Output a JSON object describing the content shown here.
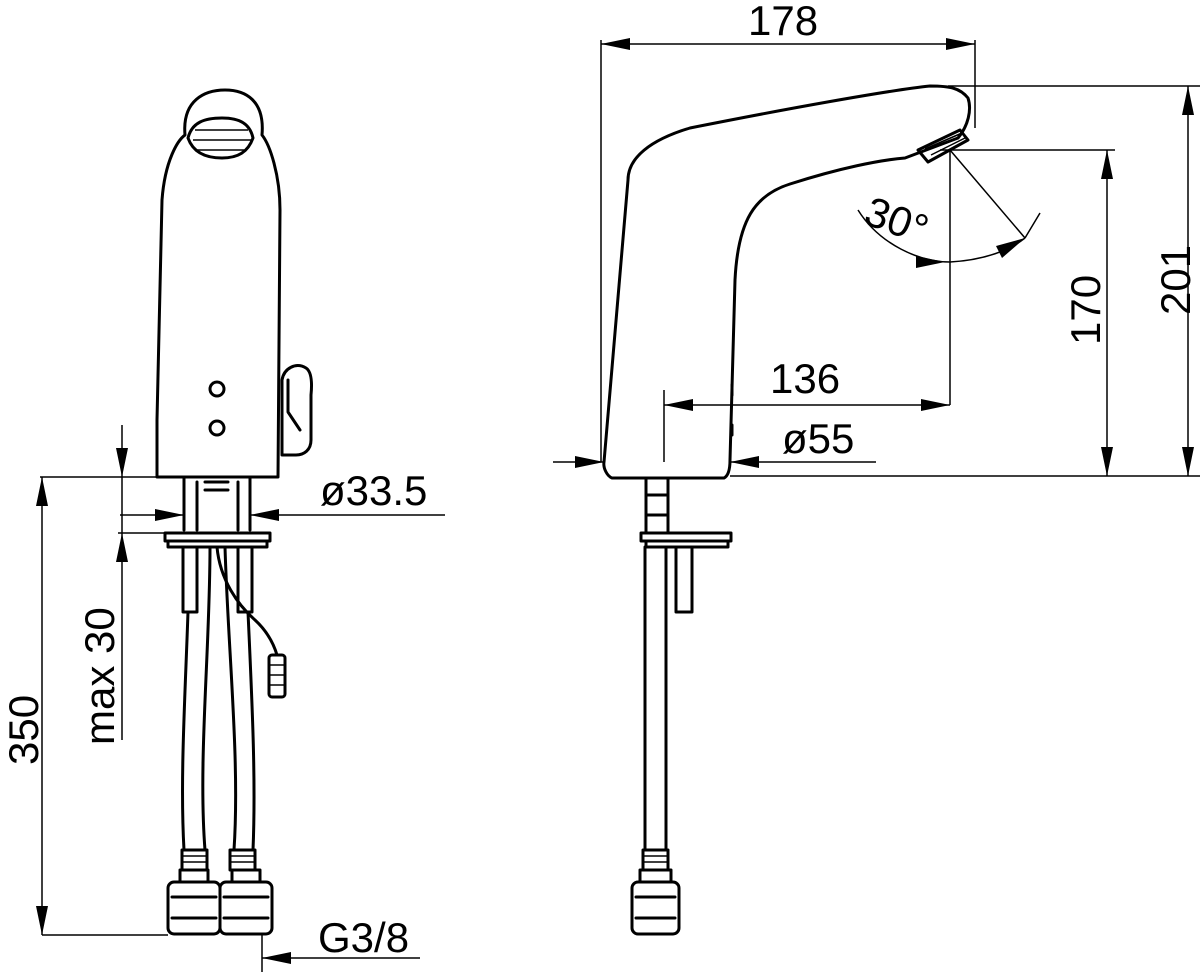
{
  "front_view": {
    "dimensions": {
      "body_diameter": "ø33.5",
      "deck_thickness": "max 30",
      "hose_length": "350",
      "connection_thread": "G3/8"
    }
  },
  "side_view": {
    "dimensions": {
      "overall_depth": "178",
      "spout_reach": "136",
      "base_diameter": "ø55",
      "outlet_height": "170",
      "total_height": "201",
      "spray_angle": "30°"
    }
  }
}
